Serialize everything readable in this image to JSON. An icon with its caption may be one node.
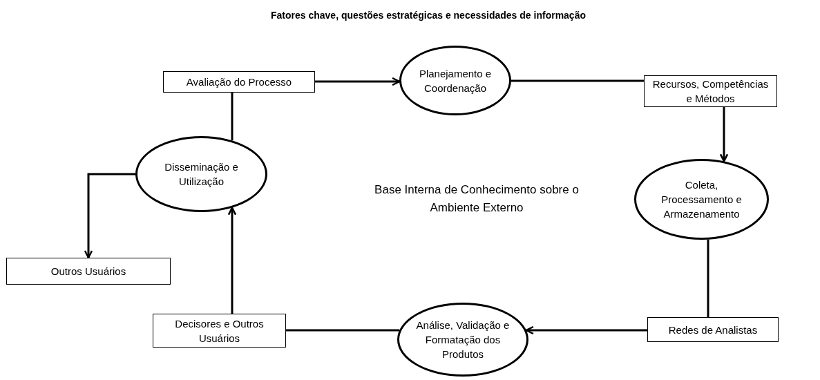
{
  "diagram": {
    "title": "Fatores chave, questões estratégicas e necessidades de informação",
    "nodes": [
      {
        "text": [
          "Avaliação do Processo"
        ]
      },
      {
        "text": [
          "Planejamento e Coordenação"
        ]
      },
      {
        "text": [
          "Recursos, Competências e Métodos"
        ]
      },
      {
        "text": [
          "Coleta, Processamento e Armazenamento"
        ]
      },
      {
        "text": [
          "Redes de Analistas"
        ]
      },
      {
        "text": [
          "Análise, Validação e Formatação dos Produtos"
        ]
      },
      {
        "text": [
          "Decisores e Outros Usuários"
        ]
      },
      {
        "text": [
          "Disseminação e Utilização"
        ]
      },
      {
        "text": [
          "Outros Usuários"
        ]
      }
    ],
    "edges": [
      {
        "from": 0,
        "to": 1,
        "arrow": "to"
      },
      {
        "from": 1,
        "to": 2,
        "arrow": "none"
      },
      {
        "from": 2,
        "to": 3,
        "arrow": "to"
      },
      {
        "from": 3,
        "to": 4,
        "arrow": "none"
      },
      {
        "from": 4,
        "to": 5,
        "arrow": "to"
      },
      {
        "from": 5,
        "to": 6,
        "arrow": "none"
      },
      {
        "from": 6,
        "to": 7,
        "arrow": "to"
      },
      {
        "from": 7,
        "to": 0,
        "arrow": "none"
      },
      {
        "from": 7,
        "to": 8,
        "arrow": "to"
      }
    ],
    "labels": [
      "Base Interna de Conhecimento sobre o Ambiente Externo"
    ]
  }
}
